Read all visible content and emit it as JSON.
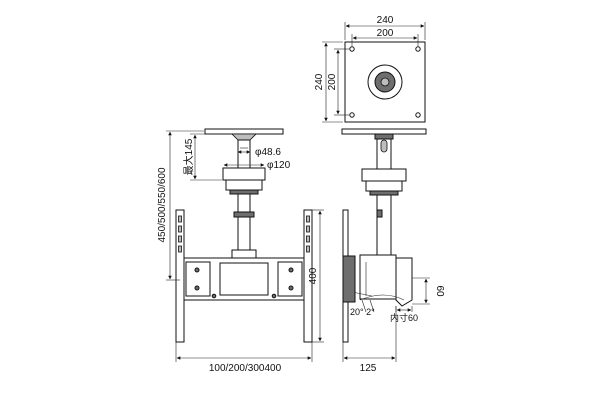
{
  "labels": {
    "top_w240": "240",
    "top_w200": "200",
    "top_h240": "240",
    "top_h200": "200",
    "drop": "450/500/550/600",
    "max145": "最大145",
    "phi486": "φ48.6",
    "phi120": "φ120",
    "h400": "400",
    "vesa": "100/200/300400",
    "d125": "125",
    "d60": "60",
    "angle": "20°  2°",
    "inner60": "内寸60"
  }
}
